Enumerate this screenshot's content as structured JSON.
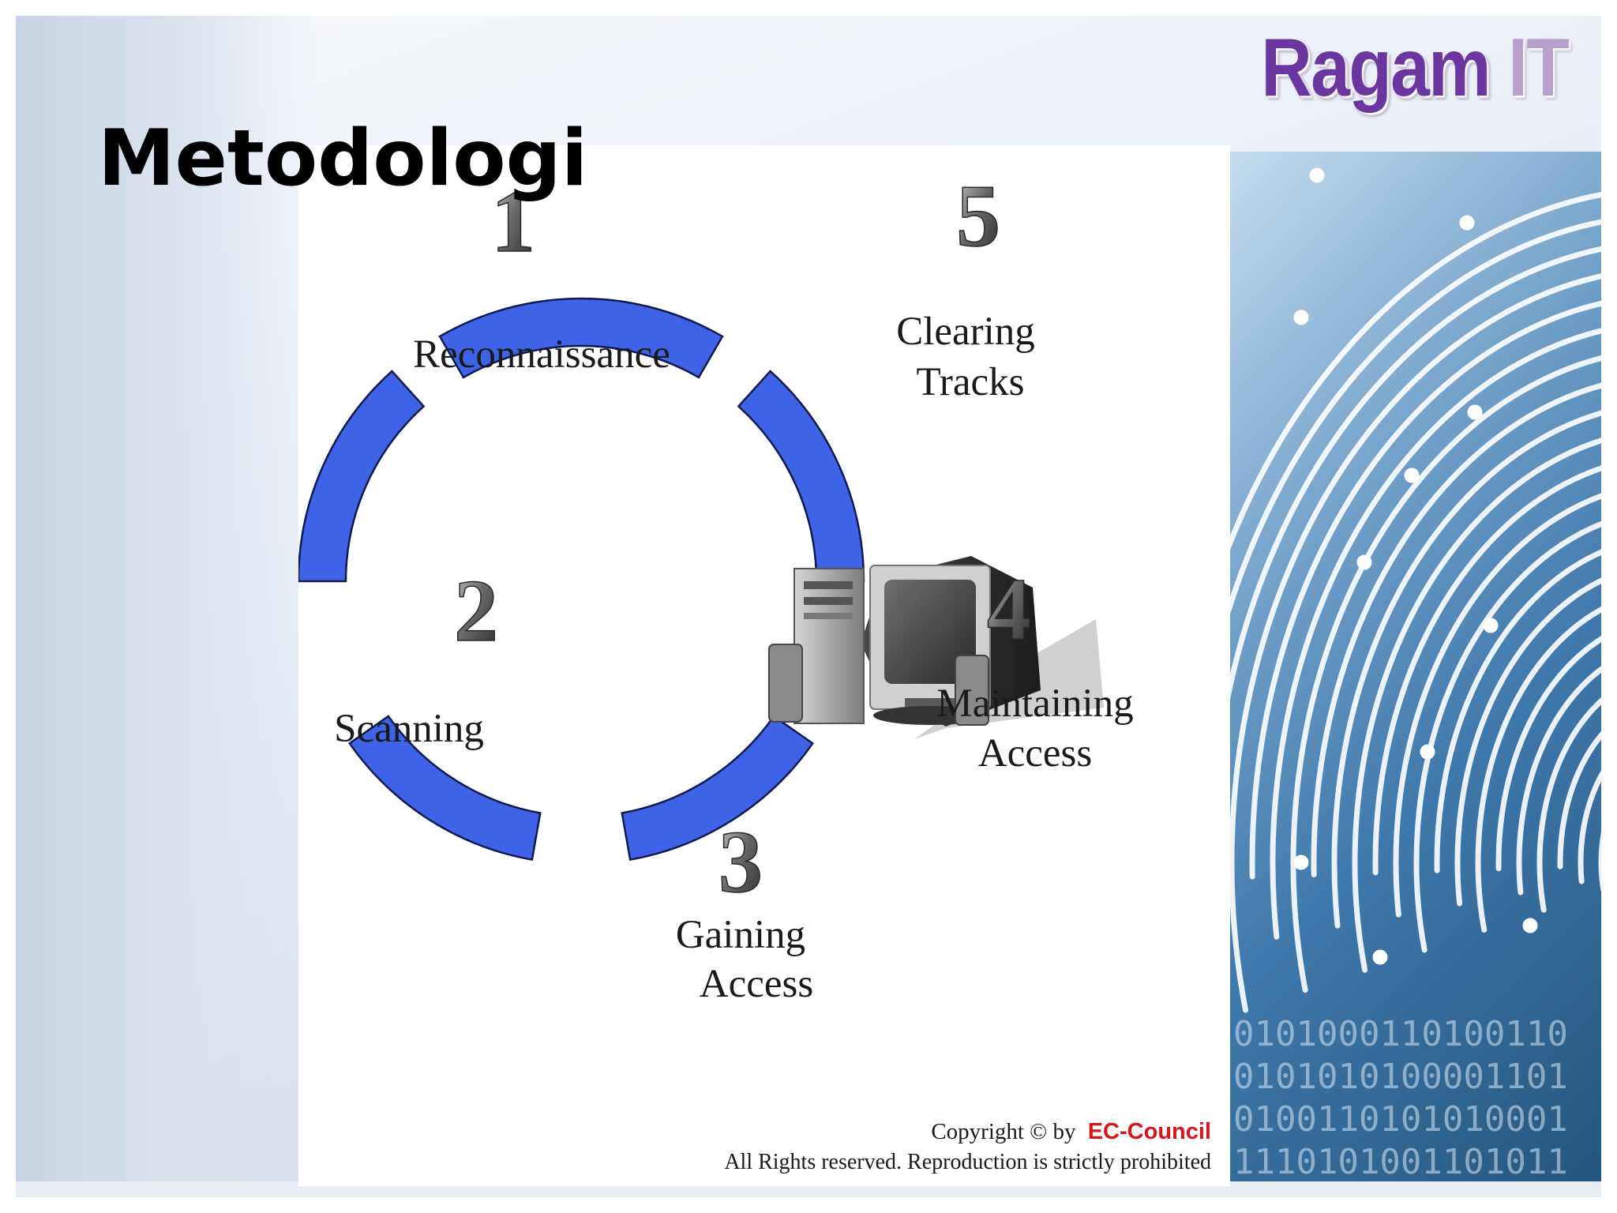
{
  "slide": {
    "title": "Metodologi",
    "logo": {
      "main": "Ragam",
      "accent": "IT"
    }
  },
  "diagram": {
    "center_icon": "computer-icon",
    "phases": [
      {
        "number": "1",
        "label_lines": [
          "Reconnaissance"
        ]
      },
      {
        "number": "2",
        "label_lines": [
          "Scanning"
        ]
      },
      {
        "number": "3",
        "label_lines": [
          "Gaining",
          "Access"
        ]
      },
      {
        "number": "4",
        "label_lines": [
          "Maintaining",
          "Access"
        ]
      },
      {
        "number": "5",
        "label_lines": [
          "Clearing",
          "Tracks"
        ]
      }
    ],
    "copyright": {
      "line1_prefix": "Copyright © by",
      "line1_brand": "EC-Council",
      "line2": "All Rights reserved. Reproduction is strictly prohibited"
    }
  },
  "background": {
    "binary_rows": [
      "0101000110100110",
      "0101010100001101",
      "0100110101010001",
      "1110101001101011"
    ]
  },
  "colors": {
    "segment_fill": "#3e63e6",
    "segment_stroke": "#101a50",
    "title_color": "#000000",
    "logo_purple": "#6b36a0",
    "logo_lavender": "#b7a0cc",
    "brand_red": "#d8141c",
    "fingerprint_blue": "#3f78ab"
  }
}
